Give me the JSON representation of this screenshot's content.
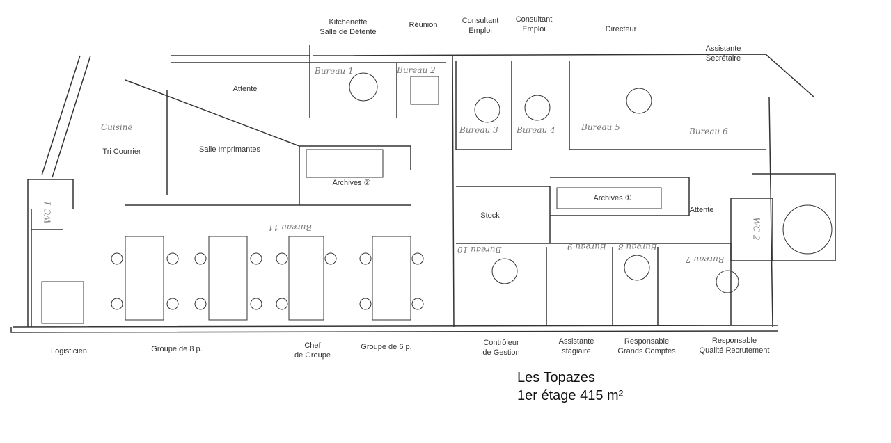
{
  "title": {
    "name": "Les Topazes",
    "subtitle": "1er étage 415 m²"
  },
  "rooms_top": {
    "kitchenette": [
      "Kitchenette",
      "Salle de Détente"
    ],
    "reunion": "Réunion",
    "consultant_1": [
      "Consultant",
      "Emploi"
    ],
    "consultant_2": [
      "Consultant",
      "Emploi"
    ],
    "directeur": "Directeur",
    "assistante_secretaire": [
      "Assistante",
      "Secrétaire"
    ]
  },
  "rooms_interior": {
    "attente_1": "Attente",
    "cuisine": "Cuisine",
    "tri_courrier": "Tri Courrier",
    "salle_imprimantes": "Salle  Imprimantes",
    "archives_2": "Archives ②",
    "archives_1": "Archives ①",
    "stock": "Stock",
    "attente_2": "Attente",
    "wc_1": "WC 1",
    "wc_2": "WC 2"
  },
  "bureaux": [
    "Bureau 1",
    "Bureau 2",
    "Bureau 3",
    "Bureau 4",
    "Bureau 5",
    "Bureau 6",
    "Bureau 7",
    "Bureau 8",
    "Bureau 9",
    "Bureau 10",
    "Bureau 11"
  ],
  "rooms_bottom": {
    "logisticien": "Logisticien",
    "groupe_8": "Groupe de 8 p.",
    "chef_groupe": [
      "Chef",
      "de Groupe"
    ],
    "groupe_6": "Groupe de 6 p.",
    "controleur": [
      "Contrôleur",
      "de Gestion"
    ],
    "assistante_stagiaire": [
      "Assistante",
      "stagiaire"
    ],
    "resp_grands_comptes": [
      "Responsable",
      "Grands Comptes"
    ],
    "resp_qualite": [
      "Responsable",
      "Qualité Recrutement"
    ]
  }
}
